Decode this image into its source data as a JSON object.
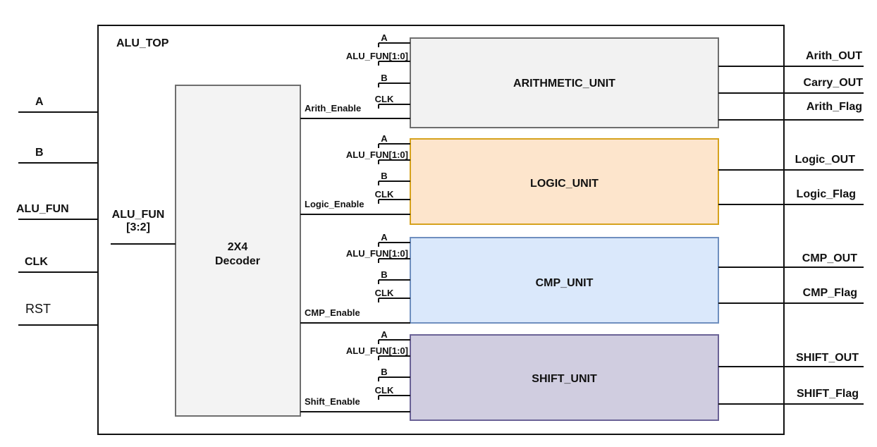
{
  "top": {
    "title": "ALU_TOP"
  },
  "inputs": [
    {
      "label": "A"
    },
    {
      "label": "B"
    },
    {
      "label": "ALU_FUN"
    },
    {
      "label": "CLK"
    },
    {
      "label": "RST"
    }
  ],
  "decoder": {
    "label_line1": "2X4",
    "label_line2": "Decoder",
    "input_label_line1": "ALU_FUN",
    "input_label_line2": "[3:2]"
  },
  "units": [
    {
      "name": "ARITHMETIC_UNIT",
      "enable": "Arith_Enable",
      "pins": [
        "A",
        "ALU_FUN[1:0]",
        "B",
        "CLK"
      ],
      "outputs": [
        "Arith_OUT",
        "Carry_OUT",
        "Arith_Flag"
      ],
      "fill": "#f2f2f2",
      "stroke": "#6e6e6e"
    },
    {
      "name": "LOGIC_UNIT",
      "enable": "Logic_Enable",
      "pins": [
        "A",
        "ALU_FUN[1:0]",
        "B",
        "CLK"
      ],
      "outputs": [
        "Logic_OUT",
        "Logic_Flag"
      ],
      "fill": "#fde5cc",
      "stroke": "#d6a21d"
    },
    {
      "name": "CMP_UNIT",
      "enable": "CMP_Enable",
      "pins": [
        "A",
        "ALU_FUN[1:0]",
        "B",
        "CLK"
      ],
      "outputs": [
        "CMP_OUT",
        "CMP_Flag"
      ],
      "fill": "#dae8fb",
      "stroke": "#6f8fbf"
    },
    {
      "name": "SHIFT_UNIT",
      "enable": "Shift_Enable",
      "pins": [
        "A",
        "ALU_FUN[1:0]",
        "B",
        "CLK"
      ],
      "outputs": [
        "SHIFT_OUT",
        "SHIFT_Flag"
      ],
      "fill": "#d0cde0",
      "stroke": "#6a6296"
    }
  ]
}
